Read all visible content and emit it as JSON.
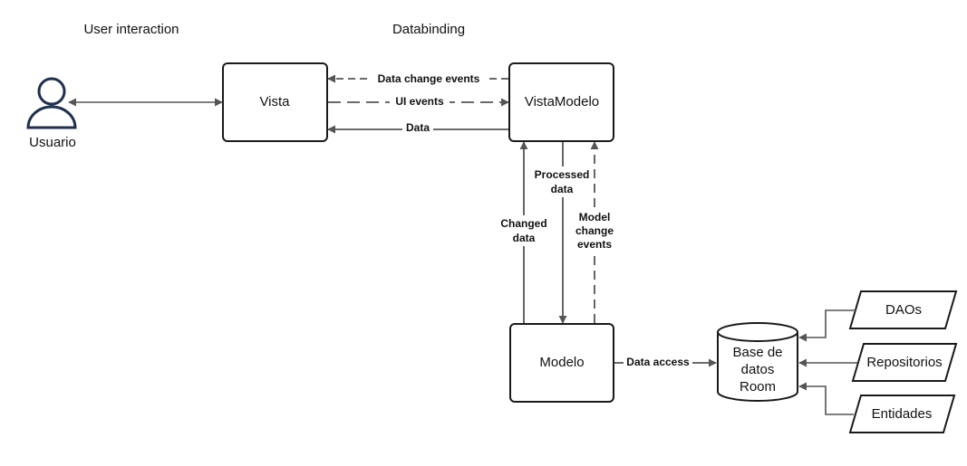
{
  "headers": {
    "left": "User interaction",
    "middle": "Databinding"
  },
  "nodes": {
    "user": "Usuario",
    "vista": "Vista",
    "vistamodelo": "VistaModelo",
    "modelo": "Modelo",
    "db": [
      "Base de",
      "datos",
      "Room"
    ],
    "daos": "DAOs",
    "repositorios": "Repositorios",
    "entidades": "Entidades"
  },
  "edges": {
    "data_change_events": "Data change events",
    "ui_events": "UI events",
    "data": "Data",
    "processed_data": [
      "Processed",
      "data"
    ],
    "changed_data": [
      "Changed",
      "data"
    ],
    "model_change_events": [
      "Model",
      "change",
      "events"
    ],
    "data_access": "Data access"
  },
  "colors": {
    "stroke": "#1a1a1a",
    "edge": "#555555",
    "user_icon": "#1f2f4f"
  }
}
